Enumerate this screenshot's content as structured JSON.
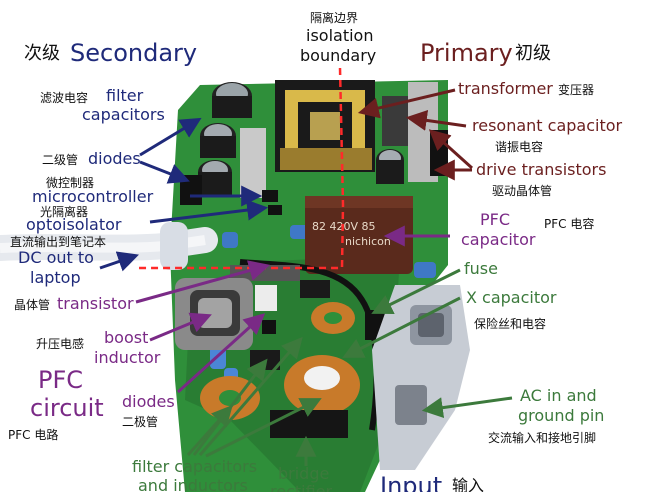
{
  "isolation_boundary": {
    "zh": "隔离边界",
    "en_line1": "isolation",
    "en_line2": "boundary"
  },
  "sections": {
    "secondary": {
      "zh": "次级",
      "en": "Secondary"
    },
    "primary": {
      "en": "Primary",
      "zh": "初级"
    },
    "pfc_circuit": {
      "en_line1": "PFC",
      "en_line2": "circuit",
      "zh": "PFC 电路"
    },
    "input": {
      "en": "Input",
      "zh": "输入"
    }
  },
  "labels": {
    "filter_caps_sec": {
      "zh": "滤波电容",
      "en_line1": "filter",
      "en_line2": "capacitors"
    },
    "diodes_sec": {
      "zh": "二级管",
      "en": "diodes"
    },
    "microcontroller": {
      "zh": "微控制器",
      "en": "microcontroller"
    },
    "optoisolator": {
      "zh": "光隔离器",
      "en": "optoisolator"
    },
    "dc_out": {
      "zh": "直流输出到笔记本",
      "en_line1": "DC out to",
      "en_line2": "laptop"
    },
    "transistor": {
      "zh": "晶体管",
      "en": "transistor"
    },
    "boost_inductor": {
      "zh": "升压电感",
      "en_line1": "boost",
      "en_line2": "inductor"
    },
    "diodes_pfc": {
      "en": "diodes",
      "zh": "二极管"
    },
    "filter_caps_input": {
      "en_line1": "filter capacitors",
      "en_line2": "and inductors"
    },
    "bridge": {
      "en_line1": "bridge",
      "en_line2": "rectifier"
    },
    "transformer": {
      "en": "transformer",
      "zh": "变压器"
    },
    "resonant_cap": {
      "en": "resonant capacitor",
      "zh": "谐振电容"
    },
    "drive_transistors": {
      "en": "drive transistors",
      "zh": "驱动晶体管"
    },
    "pfc_capacitor": {
      "en_line1": "PFC",
      "en_line2": "capacitor",
      "zh": "PFC 电容"
    },
    "fuse": {
      "en": "fuse"
    },
    "x_capacitor": {
      "en": "X capacitor",
      "zh": "保险丝和电容"
    },
    "ac_in": {
      "en_line1": "AC in and",
      "en_line2": "ground pin",
      "zh": "交流输入和接地引脚"
    }
  },
  "component_text": {
    "pfc_cap_marking": "82 420V 85",
    "pfc_cap_brand": "nichicon"
  },
  "colors": {
    "secondary": "#1f2a7a",
    "primary": "#6b1f1f",
    "pfc": "#7a2a86",
    "input": "#3c7a3c",
    "boundary": "#ff2a2a",
    "board": "#2f8f3a"
  }
}
